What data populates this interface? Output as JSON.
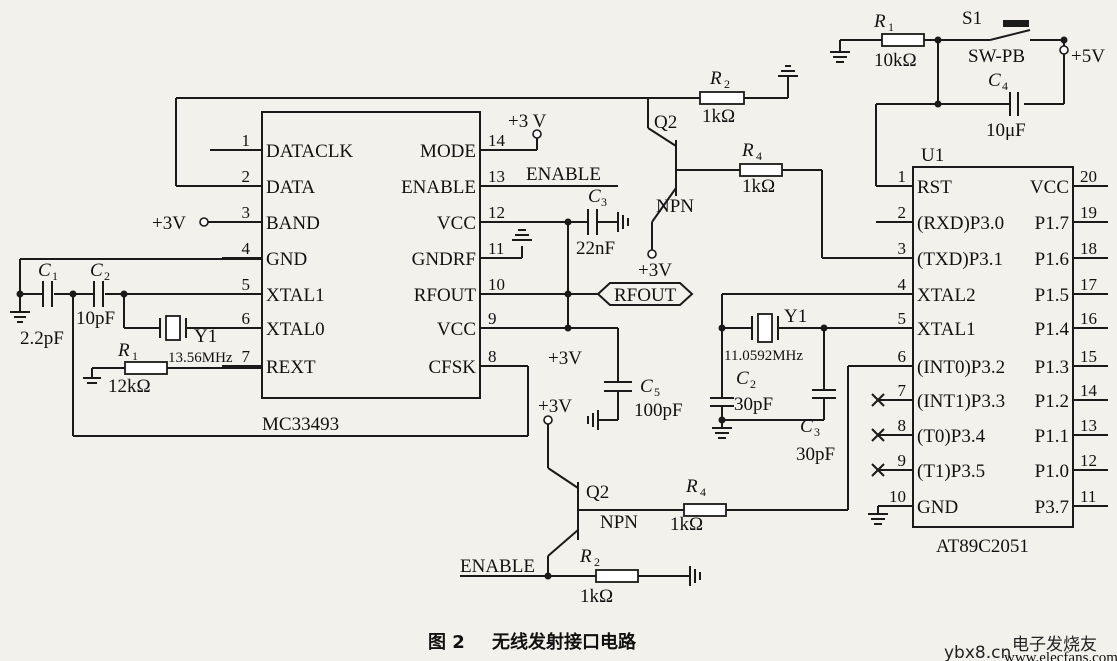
{
  "caption": {
    "figure": "图 2",
    "title": "无线发射接口电路"
  },
  "watermark": {
    "site": "ybx8.cn",
    "brand": "电子发烧友",
    "url": "www.elecfans.com"
  },
  "mc33493": {
    "name": "MC33493",
    "left_pins": [
      {
        "num": "1",
        "label": "DATACLK"
      },
      {
        "num": "2",
        "label": "DATA"
      },
      {
        "num": "3",
        "label": "BAND"
      },
      {
        "num": "4",
        "label": "GND"
      },
      {
        "num": "5",
        "label": "XTAL1"
      },
      {
        "num": "6",
        "label": "XTAL0"
      },
      {
        "num": "7",
        "label": "REXT"
      }
    ],
    "right_pins": [
      {
        "num": "14",
        "label": "MODE"
      },
      {
        "num": "13",
        "label": "ENABLE"
      },
      {
        "num": "12",
        "label": "VCC"
      },
      {
        "num": "11",
        "label": "GNDRF"
      },
      {
        "num": "10",
        "label": "RFOUT"
      },
      {
        "num": "9",
        "label": "VCC"
      },
      {
        "num": "8",
        "label": "CFSK"
      }
    ]
  },
  "at89": {
    "ref": "U1",
    "name": "AT89C2051",
    "left_pins": [
      {
        "num": "1",
        "label": "RST"
      },
      {
        "num": "2",
        "label": "(RXD)P3.0"
      },
      {
        "num": "3",
        "label": "(TXD)P3.1"
      },
      {
        "num": "4",
        "label": "XTAL2"
      },
      {
        "num": "5",
        "label": "XTAL1"
      },
      {
        "num": "6",
        "label": "(INT0)P3.2"
      },
      {
        "num": "7",
        "label": "(INT1)P3.3"
      },
      {
        "num": "8",
        "label": "(T0)P3.4"
      },
      {
        "num": "9",
        "label": "(T1)P3.5"
      },
      {
        "num": "10",
        "label": "GND"
      }
    ],
    "right_pins": [
      {
        "num": "20",
        "label": "VCC"
      },
      {
        "num": "19",
        "label": "P1.7"
      },
      {
        "num": "18",
        "label": "P1.6"
      },
      {
        "num": "17",
        "label": "P1.5"
      },
      {
        "num": "16",
        "label": "P1.4"
      },
      {
        "num": "15",
        "label": "P1.3"
      },
      {
        "num": "14",
        "label": "P1.2"
      },
      {
        "num": "13",
        "label": "P1.1"
      },
      {
        "num": "12",
        "label": "P1.0"
      },
      {
        "num": "11",
        "label": "P3.7"
      }
    ]
  },
  "parts": {
    "c1": {
      "ref": "C",
      "sub": "1",
      "value": "2.2pF"
    },
    "c2l": {
      "ref": "C",
      "sub": "2",
      "value": "10pF"
    },
    "y1l": {
      "ref": "Y1",
      "value": "13.56MHz"
    },
    "r1l": {
      "ref": "R",
      "sub": "1",
      "value": "12kΩ"
    },
    "c3top": {
      "ref": "C",
      "sub": "3",
      "value": "22nF"
    },
    "c5": {
      "ref": "C",
      "sub": "5",
      "value": "100pF"
    },
    "rfout": "RFOUT",
    "v3_mode": "+3 V",
    "v3_band": "+3V",
    "v3_vcc": "+3V",
    "v3_q2top": "+3V",
    "v3_q2bot": "+3V",
    "enable_net": "ENABLE",
    "enable_bot": "ENABLE",
    "q2top": {
      "ref": "Q2",
      "type": "NPN"
    },
    "r2top": {
      "ref": "R",
      "sub": "2",
      "value": "1kΩ"
    },
    "r4top": {
      "ref": "R",
      "sub": "4",
      "value": "1kΩ"
    },
    "r1r": {
      "ref": "R",
      "sub": "1",
      "value": "10kΩ"
    },
    "s1": {
      "ref": "S1",
      "type": "SW-PB"
    },
    "v5": "+5V",
    "c4": {
      "ref": "C",
      "sub": "4",
      "value": "10μF"
    },
    "y1r": {
      "ref": "Y1",
      "value": "11.0592MHz"
    },
    "c2r": {
      "ref": "C",
      "sub": "2",
      "value": "30pF"
    },
    "c3r": {
      "ref": "C",
      "sub": "3",
      "value": "30pF"
    },
    "q2bot": {
      "ref": "Q2",
      "type": "NPN"
    },
    "r4bot": {
      "ref": "R",
      "sub": "4",
      "value": "1kΩ"
    },
    "r2bot": {
      "ref": "R",
      "sub": "2",
      "value": "1kΩ"
    }
  }
}
